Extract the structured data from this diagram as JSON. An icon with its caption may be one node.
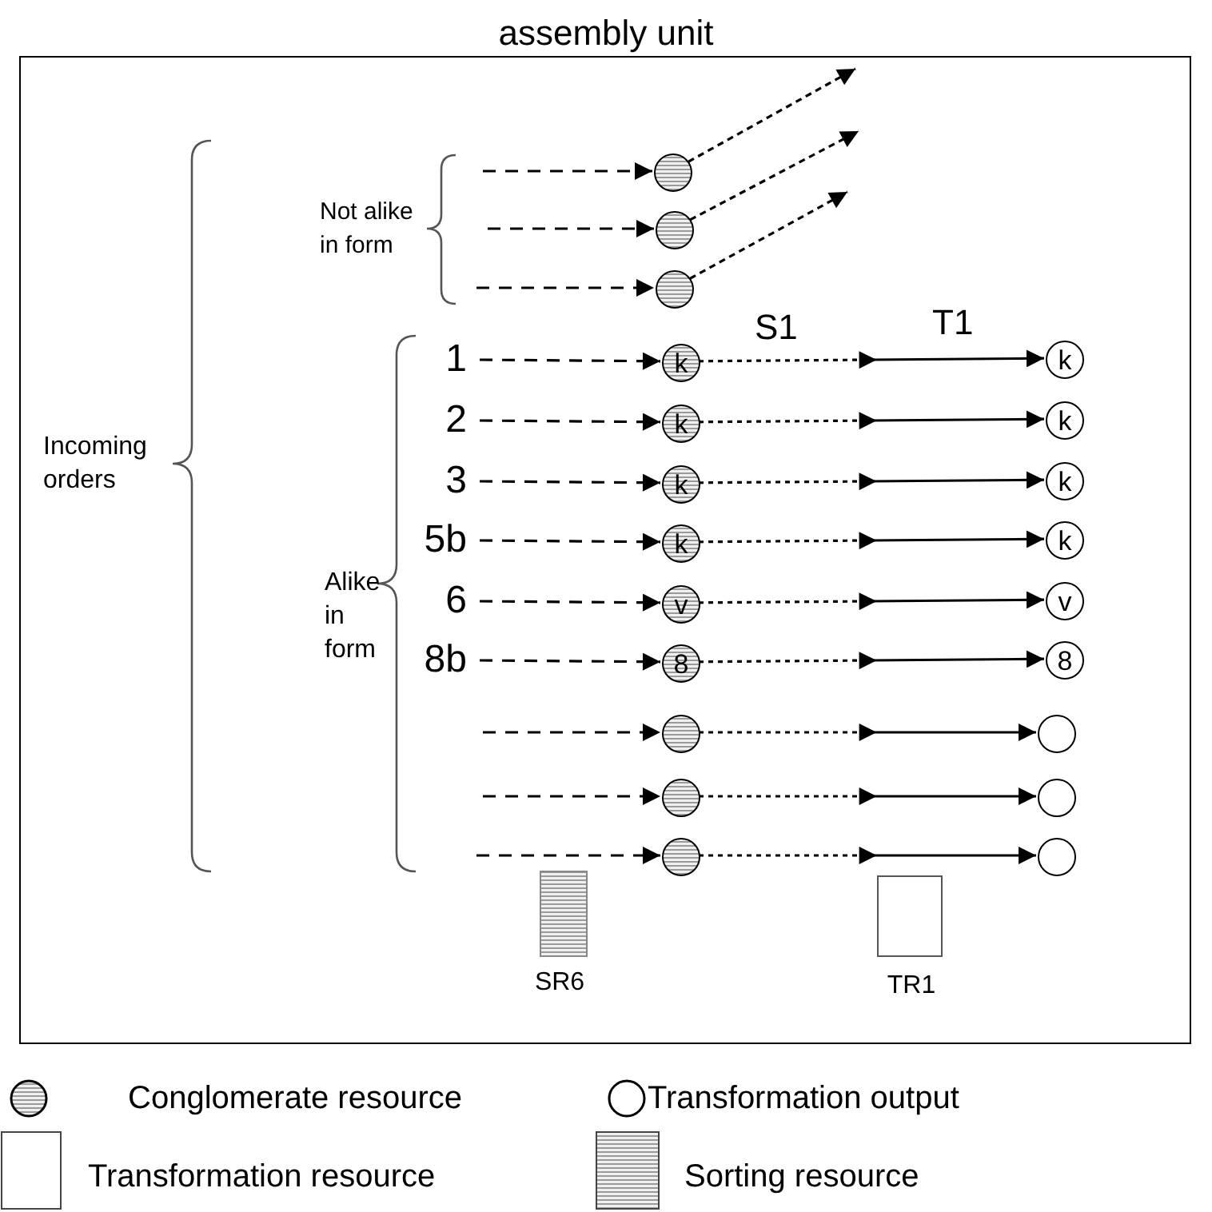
{
  "diagram": {
    "title": "assembly unit",
    "nodes": [
      {
        "text": [],
        "shape": "box"
      },
      {
        "text": [],
        "shape": "circle",
        "in": 0
      },
      {
        "text": [],
        "shape": "circle",
        "in": 0
      },
      {
        "text": [],
        "shape": "circle",
        "in": 0
      },
      {
        "text": [
          "1"
        ],
        "in": 0
      },
      {
        "text": [
          "k"
        ],
        "in": 0
      },
      {
        "text": [
          "k"
        ],
        "in": 0
      },
      {
        "text": [
          "2"
        ],
        "in": 0
      },
      {
        "text": [
          "k"
        ],
        "in": 0
      },
      {
        "text": [
          "k"
        ],
        "in": 0
      },
      {
        "text": [
          "3"
        ],
        "in": 0
      },
      {
        "text": [
          "k"
        ],
        "in": 0
      },
      {
        "text": [
          "k"
        ],
        "in": 0
      },
      {
        "text": [
          "5b"
        ],
        "in": 0
      },
      {
        "text": [
          "k"
        ],
        "in": 0
      },
      {
        "text": [
          "k"
        ],
        "in": 0
      },
      {
        "text": [
          "6"
        ],
        "in": 0
      },
      {
        "text": [
          "v"
        ],
        "in": 0
      },
      {
        "text": [
          "v"
        ],
        "in": 0
      },
      {
        "text": [
          "8b"
        ],
        "in": 0
      },
      {
        "text": [
          "8"
        ],
        "in": 0
      },
      {
        "text": [
          "8"
        ],
        "in": 0
      },
      {
        "text": [],
        "shape": "circle",
        "in": 0
      },
      {
        "text": [],
        "shape": "circle",
        "in": 0
      },
      {
        "text": [],
        "shape": "circle",
        "in": 0
      },
      {
        "text": [],
        "shape": "circle",
        "in": 0
      },
      {
        "text": [],
        "shape": "circle",
        "in": 0
      },
      {
        "text": [],
        "shape": "circle",
        "in": 0
      }
    ],
    "edges": [
      {
        "from": null,
        "to": 1,
        "arrow": "to",
        "style": "dashed"
      },
      {
        "from": null,
        "to": 2,
        "arrow": "to",
        "style": "dashed"
      },
      {
        "from": null,
        "to": 3,
        "arrow": "to",
        "style": "dashed"
      },
      {
        "from": 1,
        "to": null,
        "arrow": "to",
        "style": "dashed"
      },
      {
        "from": 2,
        "to": null,
        "arrow": "to",
        "style": "dashed"
      },
      {
        "from": 3,
        "to": null,
        "arrow": "to",
        "style": "dashed"
      },
      {
        "from": 4,
        "to": 5,
        "arrow": "to",
        "style": "dashed"
      },
      {
        "from": 5,
        "to": 6,
        "arrow": "to"
      },
      {
        "from": 7,
        "to": 8,
        "arrow": "to",
        "style": "dashed"
      },
      {
        "from": 8,
        "to": 9,
        "arrow": "to"
      },
      {
        "from": 10,
        "to": 11,
        "arrow": "to",
        "style": "dashed"
      },
      {
        "from": 11,
        "to": 12,
        "arrow": "to"
      },
      {
        "from": 13,
        "to": 14,
        "arrow": "to",
        "style": "dashed"
      },
      {
        "from": 14,
        "to": 15,
        "arrow": "to"
      },
      {
        "from": 16,
        "to": 17,
        "arrow": "to",
        "style": "dashed"
      },
      {
        "from": 17,
        "to": 18,
        "arrow": "to"
      },
      {
        "from": 19,
        "to": 20,
        "arrow": "to",
        "style": "dashed"
      },
      {
        "from": 20,
        "to": 21,
        "arrow": "to"
      },
      {
        "from": null,
        "to": 22,
        "arrow": "to",
        "style": "dashed"
      },
      {
        "from": 22,
        "to": 23,
        "arrow": "to"
      },
      {
        "from": null,
        "to": 24,
        "arrow": "to",
        "style": "dashed"
      },
      {
        "from": 24,
        "to": 25,
        "arrow": "to"
      },
      {
        "from": null,
        "to": 26,
        "arrow": "to",
        "style": "dashed"
      },
      {
        "from": 26,
        "to": 27,
        "arrow": "to"
      }
    ],
    "labels": [
      "Not alike in form",
      "S1",
      "T1",
      "Incoming orders",
      "Alike in form",
      "SR6",
      "TR1"
    ],
    "legend": [
      {
        "text": "Conglomerate resource"
      },
      {
        "text": "Transformation output"
      },
      {
        "text": "Transformation resource"
      },
      {
        "text": "Sorting resource"
      }
    ]
  }
}
